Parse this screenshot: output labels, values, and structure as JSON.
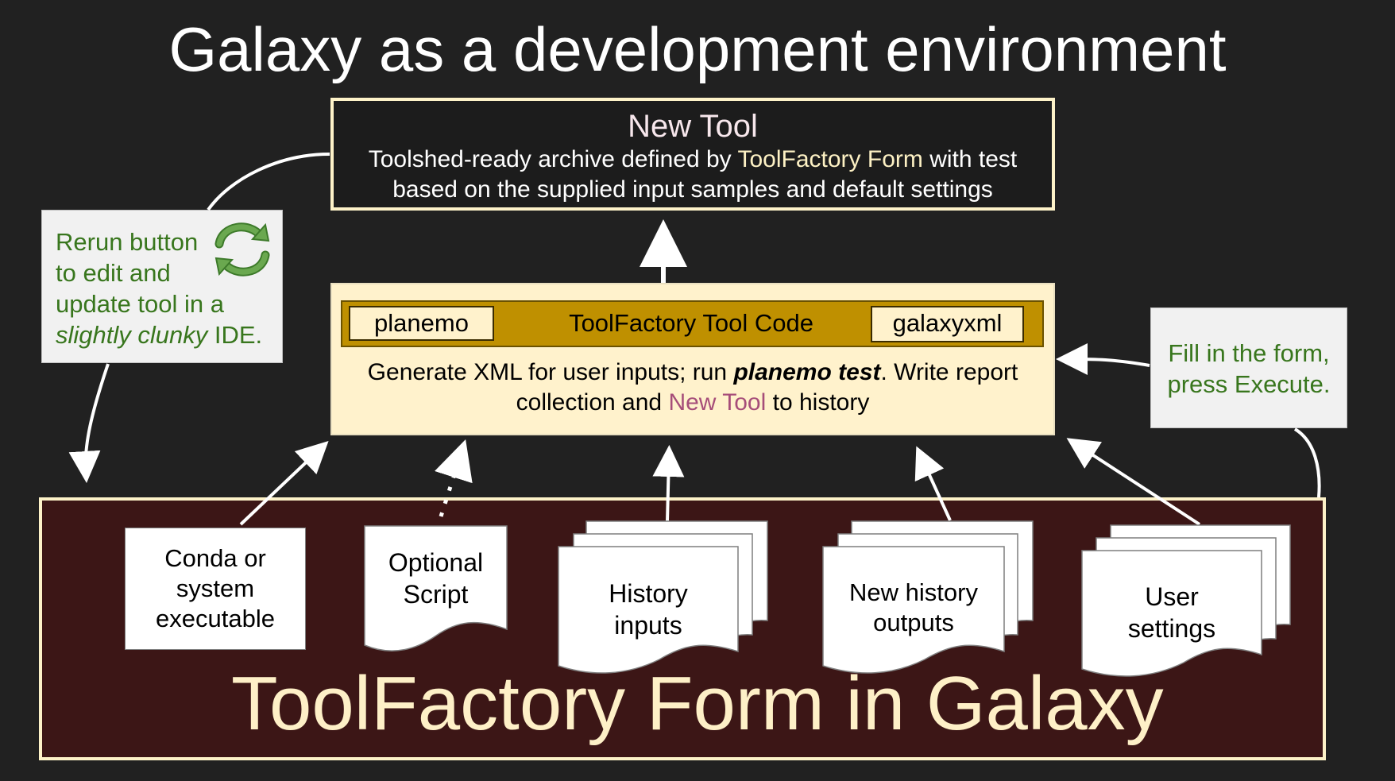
{
  "title": "Galaxy as a development environment",
  "new_tool": {
    "title": "New Tool",
    "desc_part1": "Toolshed-ready archive defined by ",
    "desc_highlight": "ToolFactory Form",
    "desc_part2": " with test based on the supplied input samples and default settings"
  },
  "rerun_note": {
    "line1": "Rerun button",
    "line2": "to edit and",
    "line3": "update tool in a",
    "line4_em": "slightly clunky",
    "line4_rest": " IDE.",
    "icon": "refresh-icon"
  },
  "code_box": {
    "left_pill": "planemo",
    "title": "ToolFactory Tool Code",
    "right_pill": "galaxyxml",
    "desc_part1": "Generate XML for user inputs; run ",
    "desc_em": "planemo test",
    "desc_part2": ". Write report collection and ",
    "desc_highlight": "New Tool",
    "desc_part3": " to history"
  },
  "fill_note": {
    "line1": "Fill in the form,",
    "line2": "press Execute."
  },
  "form": {
    "title": "ToolFactory Form in Galaxy",
    "items": {
      "conda": [
        "Conda or",
        "system",
        "executable"
      ],
      "script": [
        "Optional",
        "Script"
      ],
      "history_inputs": [
        "History",
        "inputs"
      ],
      "new_outputs": [
        "New history",
        "outputs"
      ],
      "user_settings": [
        "User",
        "settings"
      ]
    }
  },
  "colors": {
    "background": "#212121",
    "note_text": "#38761d",
    "code_bar": "#bf9000",
    "code_box": "#fff2cc",
    "form_box": "#3c1616",
    "highlight_purple": "#a64d79"
  }
}
